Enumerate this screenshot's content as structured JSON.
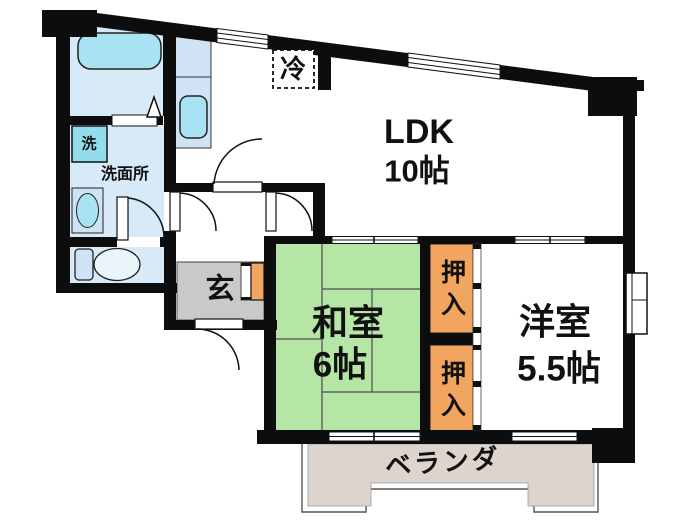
{
  "plan": {
    "type": "japanese-apartment-floorplan",
    "rooms": {
      "ldk": {
        "name": "LDK",
        "size": "10帖"
      },
      "washitsu": {
        "name": "和室",
        "size": "6帖"
      },
      "youshitsu": {
        "name": "洋室",
        "size": "5.5帖"
      },
      "closet_upper": {
        "label": "押入"
      },
      "closet_lower": {
        "label": "押入"
      },
      "genkan": {
        "label": "玄"
      },
      "washroom": {
        "label": "洗面所"
      },
      "washer": {
        "label": "洗"
      },
      "refrigerator": {
        "label": "冷"
      },
      "veranda": {
        "label": "ベランダ"
      }
    },
    "colors": {
      "wall": "#0d0d0d",
      "room_blue": "#d8eaf8",
      "fixture_blue": "#cfe3f4",
      "water_cyan": "#a9e2f3",
      "washer_cyan": "#93dcec",
      "tatami_green": "#b6e6a6",
      "closet_orange": "#f2a55f",
      "genkan_gray": "#c9c9c9",
      "veranda_gray": "#ddd5cd",
      "toilet_bowl": "#eaf4fb",
      "white": "#ffffff"
    }
  }
}
